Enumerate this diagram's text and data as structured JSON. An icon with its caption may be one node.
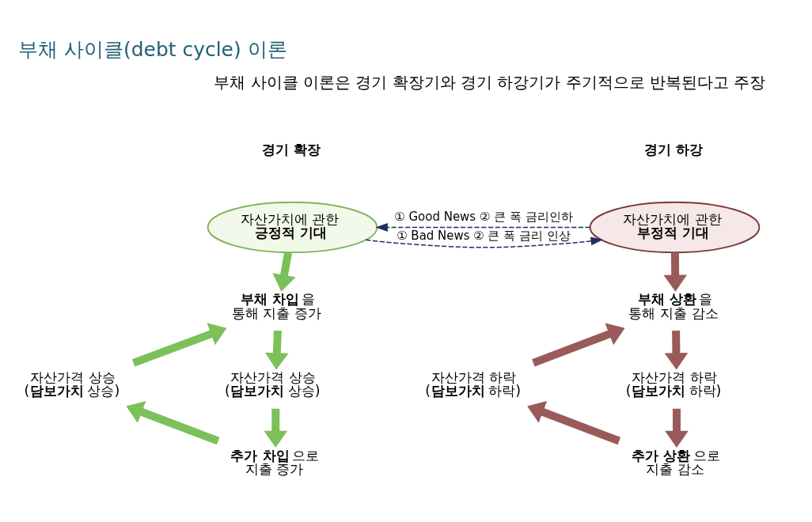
{
  "diagram": {
    "title": "부채 사이클(debt cycle) 이론",
    "nodes": [
      {
        "text": [
          "자산가치에 관한 **긍정적 기대**"
        ]
      },
      {
        "text": [
          "자산가치에 관한 **부정적 기대**"
        ]
      },
      {
        "text": [
          "**부채 차입**을 통해 지출 증가"
        ]
      },
      {
        "text": [
          "자산가격 상승 (**담보가치** 상승)"
        ]
      },
      {
        "text": [
          "**추가 차입**으로 지출 증가"
        ]
      },
      {
        "text": [
          "자산가격 상승 (**담보가치** 상승)"
        ]
      },
      {
        "text": [
          "**부채 상환**을 통해 지출 감소"
        ]
      },
      {
        "text": [
          "자산가격 하락 (**담보가치** 하락)"
        ]
      },
      {
        "text": [
          "**추가 상환**으로 지출 감소"
        ]
      },
      {
        "text": [
          "자산가격 하락 (**담보가치** 하락)"
        ]
      }
    ],
    "edges": [
      {
        "from": 1,
        "to": 0,
        "arrow": "to",
        "style": "dashed",
        "color": "#1f2f5f",
        "label": "① Good News ② 큰 폭 금리인하"
      },
      {
        "from": 0,
        "to": 1,
        "arrow": "to",
        "style": "dashed",
        "color": "#1f2f5f",
        "label": "① Bad News ② 큰 폭 금리 인상"
      },
      {
        "from": 0,
        "to": 2,
        "arrow": "to",
        "color": "#7cc05a"
      },
      {
        "from": 2,
        "to": 3,
        "arrow": "to",
        "color": "#7cc05a"
      },
      {
        "from": 3,
        "to": 4,
        "arrow": "to",
        "color": "#7cc05a"
      },
      {
        "from": 4,
        "to": 5,
        "arrow": "to",
        "color": "#7cc05a"
      },
      {
        "from": 5,
        "to": 2,
        "arrow": "to",
        "color": "#7cc05a"
      },
      {
        "from": 1,
        "to": 6,
        "arrow": "to",
        "color": "#9a5a5a"
      },
      {
        "from": 6,
        "to": 7,
        "arrow": "to",
        "color": "#9a5a5a"
      },
      {
        "from": 7,
        "to": 8,
        "arrow": "to",
        "color": "#9a5a5a"
      },
      {
        "from": 8,
        "to": 9,
        "arrow": "to",
        "color": "#9a5a5a"
      },
      {
        "from": 9,
        "to": 6,
        "arrow": "to",
        "color": "#9a5a5a"
      }
    ],
    "labels": [
      "부채 사이클 이론은 경기 확장기와 경기 하강기가 주기적으로 반복된다고 주장",
      "경기 확장",
      "경기 하강"
    ]
  }
}
